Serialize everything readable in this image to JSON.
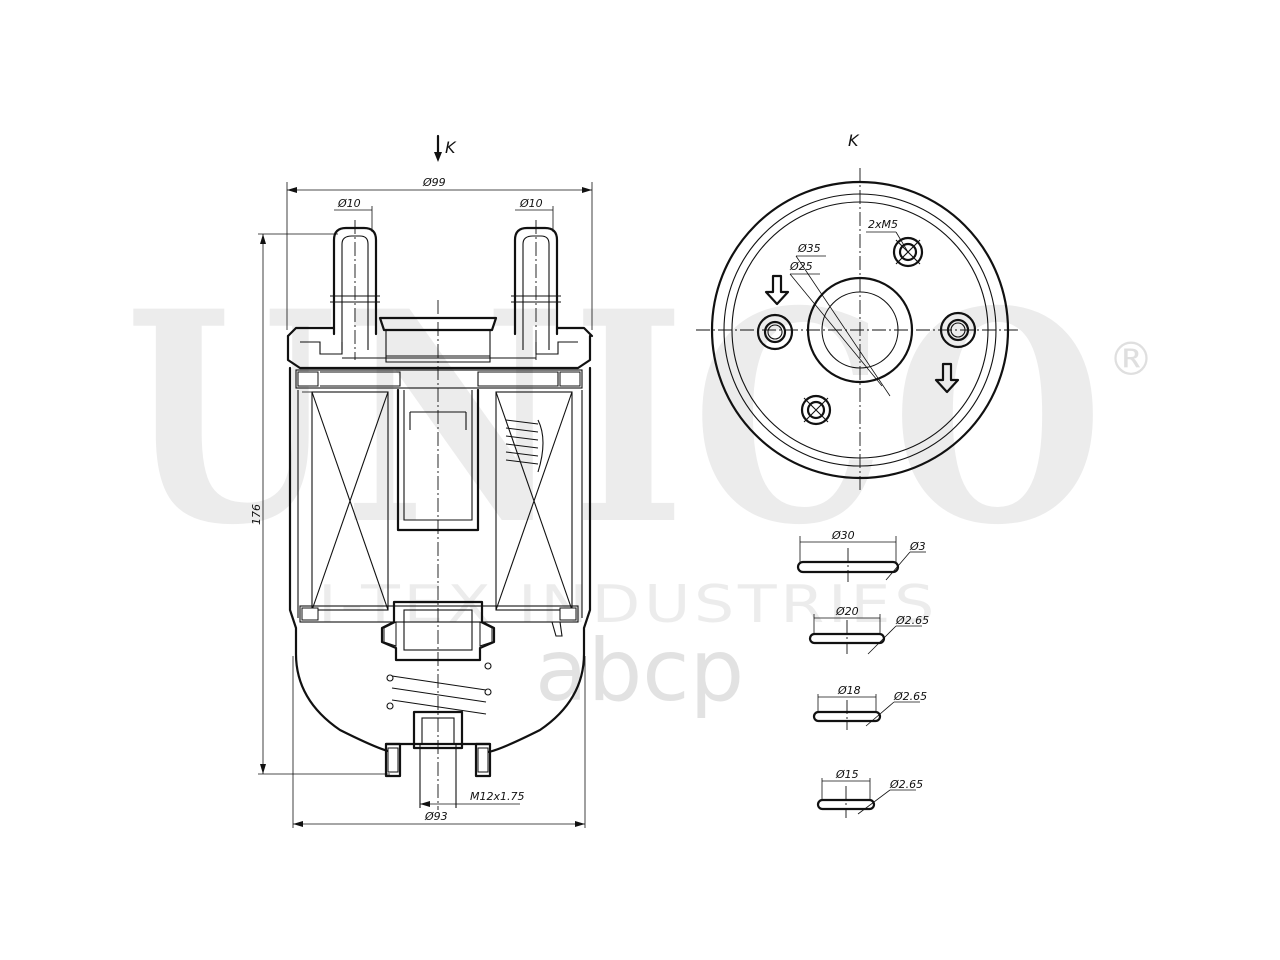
{
  "watermark": {
    "brand": "UNICO",
    "registered": "®",
    "subline": "I-TEX INDUSTRIES",
    "store": "abcp"
  },
  "side_view": {
    "view_marker": "K",
    "dim_outer_diameter": "Ø99",
    "dim_inlet_left": "Ø10",
    "dim_inlet_right": "Ø10",
    "dim_height": "176",
    "dim_thread": "M12x1.75",
    "dim_base_diameter": "Ø93"
  },
  "top_view": {
    "view_label": "K",
    "dim_bore_35": "Ø35",
    "dim_bore_25": "Ø25",
    "dim_threads": "2xM5"
  },
  "orings": [
    {
      "inner": "Ø30",
      "section": "Ø3"
    },
    {
      "inner": "Ø20",
      "section": "Ø2.65"
    },
    {
      "inner": "Ø18",
      "section": "Ø2.65"
    },
    {
      "inner": "Ø15",
      "section": "Ø2.65"
    }
  ]
}
